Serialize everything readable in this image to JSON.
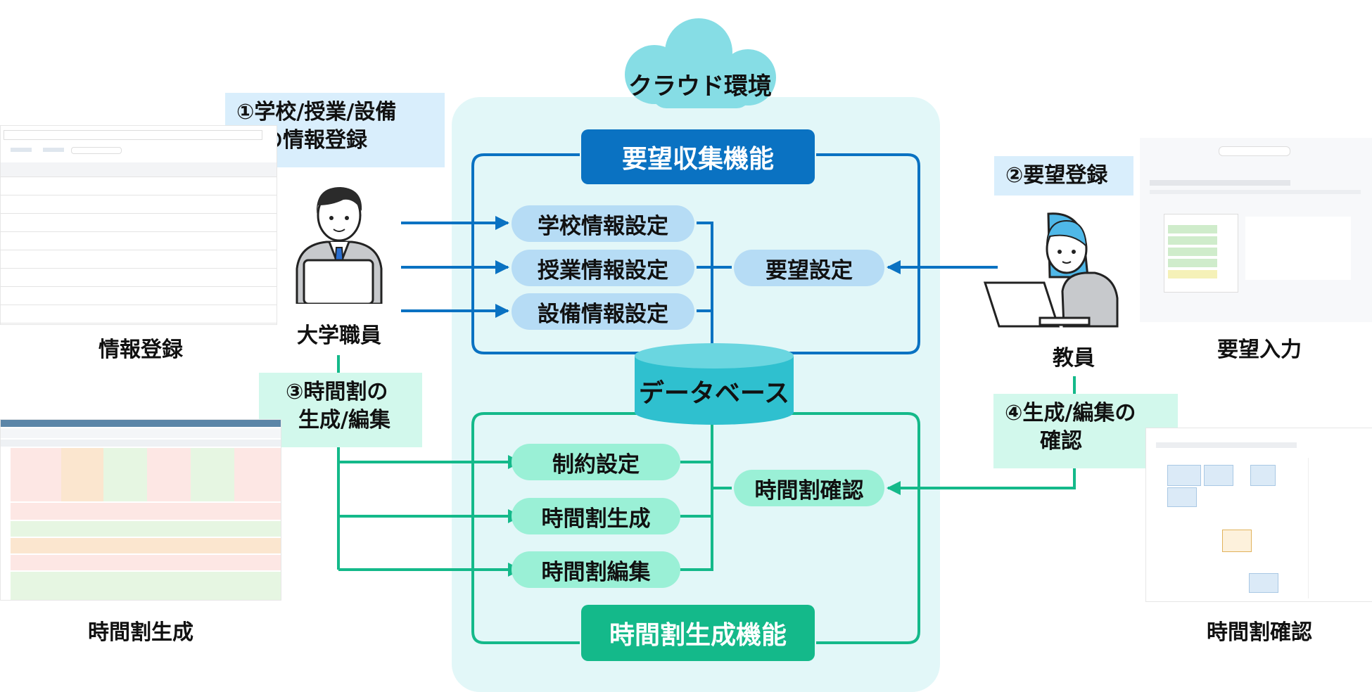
{
  "cloud": {
    "label": "クラウド環境"
  },
  "functions": {
    "request": "要望収集機能",
    "timetable": "時間割生成機能"
  },
  "database": "データベース",
  "blue_items": [
    "学校情報設定",
    "授業情報設定",
    "設備情報設定"
  ],
  "green_items": [
    "制約設定",
    "時間割生成",
    "時間割編集"
  ],
  "request_setting": "要望設定",
  "timetable_confirm": "時間割確認",
  "actors": {
    "staff": "大学職員",
    "teacher": "教員"
  },
  "callouts": {
    "c1_line1": "①学校/授業/設備",
    "c1_line2": "の情報登録",
    "c2": "②要望登録",
    "c3_line1": "③時間割の",
    "c3_line2": "生成/編集",
    "c4_line1": "④生成/編集の",
    "c4_line2": "確認"
  },
  "screenshots": {
    "info_reg": "情報登録",
    "timetable_gen": "時間割生成",
    "request_input": "要望入力",
    "timetable_check": "時間割確認"
  },
  "colors": {
    "blue": "#0a72c2",
    "green": "#14b98a",
    "cloud_bg": "#e2f7f8",
    "cloud": "#86dde5",
    "db": "#2fc0cf"
  }
}
